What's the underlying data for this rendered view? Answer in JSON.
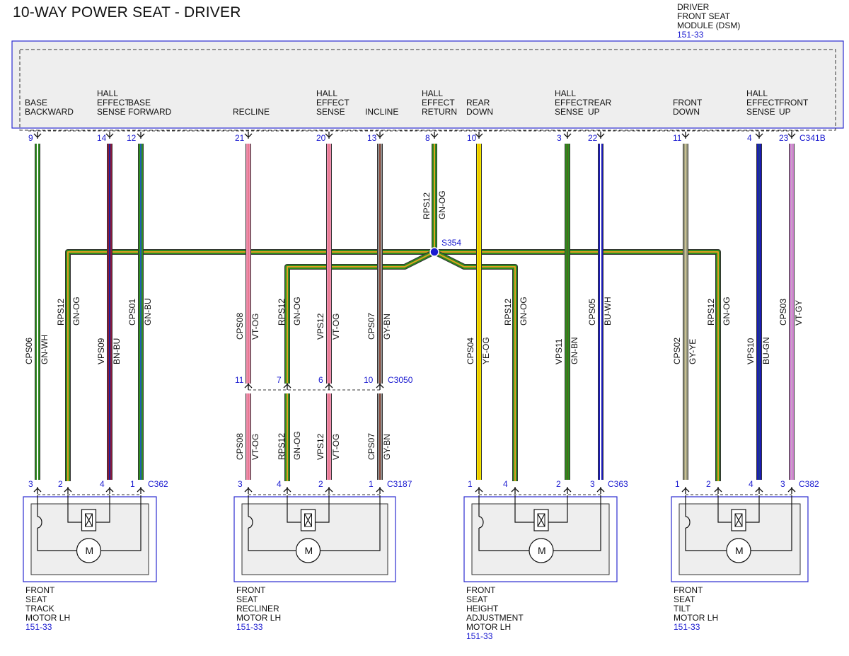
{
  "title": "10-WAY POWER SEAT - DRIVER",
  "module": {
    "lines": [
      "DRIVER",
      "FRONT SEAT",
      "MODULE (DSM)"
    ],
    "ref": "151-33",
    "connector": "C341B"
  },
  "pins": [
    {
      "id": "base-backward",
      "label": [
        "BASE",
        "BACKWARD"
      ],
      "pin": "9",
      "circuit": "CPS06",
      "color_code": "GN-WH",
      "colors": [
        "#2e8b1e",
        "#ffffff"
      ],
      "motor": 0,
      "motor_pin": "3"
    },
    {
      "id": "hall-sense-track",
      "label": [
        "HALL",
        "EFFECT",
        "SENSE"
      ],
      "pin": "14",
      "circuit": "VPS09",
      "color_code": "BN-BU",
      "colors": [
        "#8b1a3a",
        "#2020a0"
      ],
      "motor": 0,
      "motor_pin": "4"
    },
    {
      "id": "base-forward",
      "label": [
        "BASE",
        "FORWARD"
      ],
      "pin": "12",
      "circuit": "CPS01",
      "color_code": "GN-BU",
      "colors": [
        "#2e8b1e",
        "#1e5fb0"
      ],
      "motor": 0,
      "motor_pin": "1"
    },
    {
      "id": "recline",
      "label": [
        "RECLINE"
      ],
      "pin": "21",
      "circuit": "CPS08",
      "color_code": "VT-OG",
      "colors": [
        "#f090b0",
        "#e87a90"
      ],
      "motor": 1,
      "motor_pin": "3",
      "inline_pin": "11"
    },
    {
      "id": "hall-sense-recline",
      "label": [
        "HALL",
        "EFFECT",
        "SENSE"
      ],
      "pin": "20",
      "circuit": "VPS12",
      "color_code": "VT-OG",
      "colors": [
        "#f090b0",
        "#e87a90"
      ],
      "motor": 1,
      "motor_pin": "2",
      "inline_pin": "6"
    },
    {
      "id": "incline",
      "label": [
        "INCLINE"
      ],
      "pin": "13",
      "circuit": "CPS07",
      "color_code": "GY-BN",
      "colors": [
        "#909090",
        "#8b4a3a"
      ],
      "motor": 1,
      "motor_pin": "1",
      "inline_pin": "10"
    },
    {
      "id": "hall-return",
      "label": [
        "HALL",
        "EFFECT",
        "RETURN"
      ],
      "pin": "8",
      "circuit": "RPS12",
      "color_code": "GN-OG",
      "colors": [
        "#2e8b1e",
        "#e0a020"
      ]
    },
    {
      "id": "rear-down",
      "label": [
        "REAR",
        "DOWN"
      ],
      "pin": "10",
      "circuit": "CPS04",
      "color_code": "YE-OG",
      "colors": [
        "#f2e600",
        "#f0c000"
      ],
      "motor": 2,
      "motor_pin": "1"
    },
    {
      "id": "hall-sense-height",
      "label": [
        "HALL",
        "EFFECT",
        "SENSE"
      ],
      "pin": "3",
      "circuit": "VPS11",
      "color_code": "GN-BN",
      "colors": [
        "#2e8b1e",
        "#4a6a1e"
      ],
      "motor": 2,
      "motor_pin": "2"
    },
    {
      "id": "rear-up",
      "label": [
        "REAR",
        "UP"
      ],
      "pin": "22",
      "circuit": "CPS05",
      "color_code": "BU-WH",
      "colors": [
        "#1a1ab8",
        "#ffffff"
      ],
      "motor": 2,
      "motor_pin": "3"
    },
    {
      "id": "front-down",
      "label": [
        "FRONT",
        "DOWN"
      ],
      "pin": "11",
      "circuit": "CPS02",
      "color_code": "GY-YE",
      "colors": [
        "#9a9a80",
        "#c8c090"
      ],
      "motor": 3,
      "motor_pin": "1"
    },
    {
      "id": "hall-sense-tilt",
      "label": [
        "HALL",
        "EFFECT",
        "SENSE"
      ],
      "pin": "4",
      "circuit": "VPS10",
      "color_code": "BU-GN",
      "colors": [
        "#1a1ab8",
        "#1a3a8b"
      ],
      "motor": 3,
      "motor_pin": "4"
    },
    {
      "id": "front-up",
      "label": [
        "FRONT",
        "UP"
      ],
      "pin": "23",
      "circuit": "CPS03",
      "color_code": "VT-GY",
      "colors": [
        "#d080d0",
        "#c8a0c8"
      ],
      "motor": 3,
      "motor_pin": "3"
    }
  ],
  "splice": {
    "name": "S354",
    "circuit": "RPS12",
    "color_code": "GN-OG",
    "motor_pins": [
      "2",
      "4",
      "4",
      "2"
    ]
  },
  "inline_connector": {
    "name": "C3050",
    "rps_pin": "7"
  },
  "motors": [
    {
      "name": [
        "FRONT",
        "SEAT",
        "TRACK",
        "MOTOR LH"
      ],
      "ref": "151-33",
      "connector": "C362"
    },
    {
      "name": [
        "FRONT",
        "SEAT",
        "RECLINER",
        "MOTOR LH"
      ],
      "ref": "151-33",
      "connector": "C3187"
    },
    {
      "name": [
        "FRONT",
        "SEAT",
        "HEIGHT",
        "ADJUSTMENT",
        "MOTOR LH"
      ],
      "ref": "151-33",
      "connector": "C363"
    },
    {
      "name": [
        "FRONT",
        "SEAT",
        "TILT",
        "MOTOR LH"
      ],
      "ref": "151-33",
      "connector": "C382"
    }
  ],
  "motor_symbol": "M"
}
